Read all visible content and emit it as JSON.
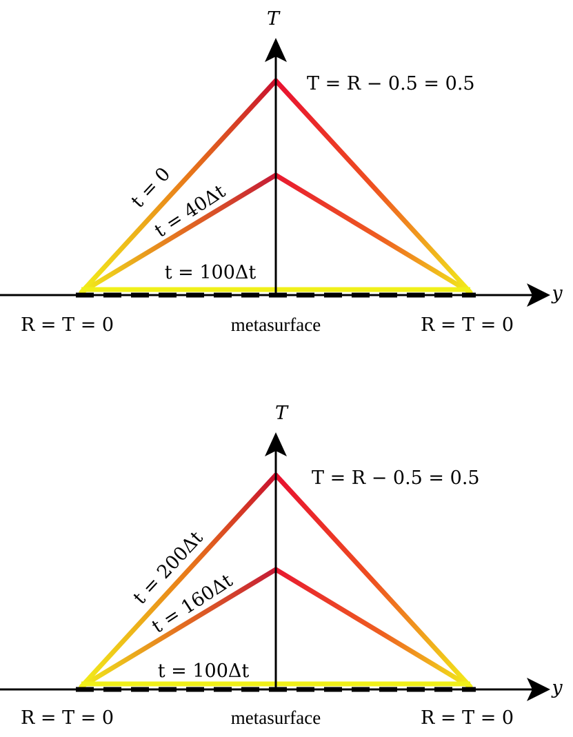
{
  "panels": [
    {
      "y_axis_label": "T",
      "x_axis_label": "y",
      "peak_label": "T = R − 0.5 = 0.5",
      "left_label": "R = T = 0",
      "center_label": "metasurface",
      "right_label": "R = T = 0",
      "curves": [
        {
          "label": "t = 0",
          "peak_value": 0.5
        },
        {
          "label": "t = 40Δt",
          "peak_value": 0.3
        },
        {
          "label": "t = 100Δt",
          "peak_value": 0.0
        }
      ]
    },
    {
      "y_axis_label": "T",
      "x_axis_label": "y",
      "peak_label": "T = R − 0.5 = 0.5",
      "left_label": "R = T = 0",
      "center_label": "metasurface",
      "right_label": "R = T = 0",
      "curves": [
        {
          "label": "t = 200Δt",
          "peak_value": 0.5
        },
        {
          "label": "t = 160Δt",
          "peak_value": 0.3
        },
        {
          "label": "t = 100Δt",
          "peak_value": 0.0
        }
      ]
    }
  ],
  "colors": {
    "high": "#c8102e",
    "mid": "#e8601c",
    "low": "#f2ef1a",
    "axis": "#000000"
  }
}
